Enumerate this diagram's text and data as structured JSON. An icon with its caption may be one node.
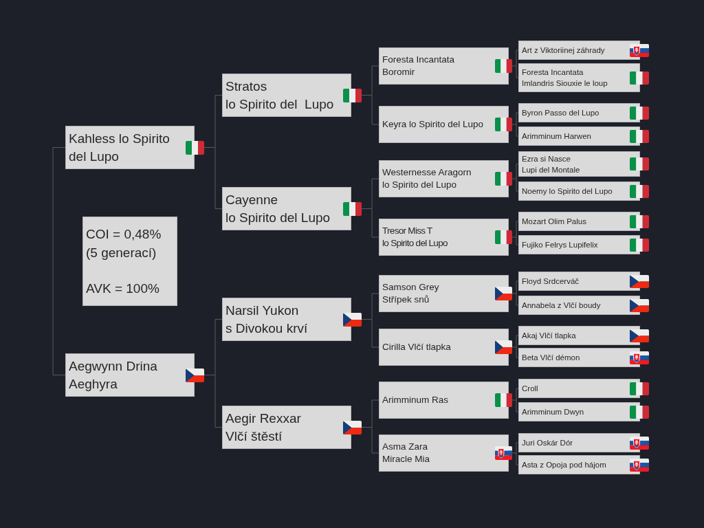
{
  "diagram": {
    "nodes": [
      {
        "text": [
          "Kahless lo Spirito del Lupo"
        ]
      },
      {
        "text": [
          "COI = 0,48% (5 generací)",
          "AVK = 100%"
        ]
      },
      {
        "text": [
          "Aegwynn Drina Aeghyra"
        ]
      },
      {
        "text": [
          "Stratos lo Spirito del  Lupo"
        ]
      },
      {
        "text": [
          "Cayenne lo Spirito del Lupo"
        ]
      },
      {
        "text": [
          "Narsil Yukon s Divokou krví"
        ]
      },
      {
        "text": [
          "Aegir Rexxar Vlčí štěstí"
        ]
      },
      {
        "text": [
          "Foresta Incantata Boromir"
        ]
      },
      {
        "text": [
          "Keyra lo Spirito del Lupo"
        ]
      },
      {
        "text": [
          "Westernesse Aragorn lo Spirito del Lupo"
        ]
      },
      {
        "text": [
          "Tresor Miss T lo Spirito del Lupo"
        ]
      },
      {
        "text": [
          "Samson Grey Střípek snů"
        ]
      },
      {
        "text": [
          "Cirilla Vlčí tlapka"
        ]
      },
      {
        "text": [
          "Arimminum Ras"
        ]
      },
      {
        "text": [
          "Asma Zara Miracle Mia"
        ]
      },
      {
        "text": [
          "Art z Viktoriinej záhrady"
        ]
      },
      {
        "text": [
          "Foresta Incantata Imlandris Siouxie le loup"
        ]
      },
      {
        "text": [
          "Byron Passo del Lupo"
        ]
      },
      {
        "text": [
          "Arimminum Harwen"
        ]
      },
      {
        "text": [
          "Ezra si Nasce Lupi del Montale"
        ]
      },
      {
        "text": [
          "Noemy lo Spirito del Lupo"
        ]
      },
      {
        "text": [
          "Mozart Olim Palus"
        ]
      },
      {
        "text": [
          "Fujiko Felrys Lupifelix"
        ]
      },
      {
        "text": [
          "Floyd Srdcerváč"
        ]
      },
      {
        "text": [
          "Annabela z Vlčí boudy"
        ]
      },
      {
        "text": [
          "Akaj Vlčí tlapka"
        ]
      },
      {
        "text": [
          "Beta Vlčí démon"
        ]
      },
      {
        "text": [
          "Croll"
        ]
      },
      {
        "text": [
          "Arimminum Dwyn"
        ]
      },
      {
        "text": [
          "Juri Oskár Dór"
        ]
      },
      {
        "text": [
          "Asta z Opoja pod hájom"
        ]
      }
    ],
    "edges": [
      {
        "from": 0,
        "to": 2,
        "arrow": "none"
      },
      {
        "from": 0,
        "to": 3,
        "arrow": "none"
      },
      {
        "from": 0,
        "to": 4,
        "arrow": "none"
      },
      {
        "from": 2,
        "to": 5,
        "arrow": "none"
      },
      {
        "from": 2,
        "to": 6,
        "arrow": "none"
      },
      {
        "from": 3,
        "to": 7,
        "arrow": "none"
      },
      {
        "from": 3,
        "to": 8,
        "arrow": "none"
      },
      {
        "from": 4,
        "to": 9,
        "arrow": "none"
      },
      {
        "from": 4,
        "to": 10,
        "arrow": "none"
      },
      {
        "from": 5,
        "to": 11,
        "arrow": "none"
      },
      {
        "from": 5,
        "to": 12,
        "arrow": "none"
      },
      {
        "from": 6,
        "to": 13,
        "arrow": "none"
      },
      {
        "from": 6,
        "to": 14,
        "arrow": "none"
      },
      {
        "from": 7,
        "to": 15,
        "arrow": "none"
      },
      {
        "from": 7,
        "to": 16,
        "arrow": "none"
      },
      {
        "from": 8,
        "to": 17,
        "arrow": "none"
      },
      {
        "from": 8,
        "to": 18,
        "arrow": "none"
      },
      {
        "from": 9,
        "to": 19,
        "arrow": "none"
      },
      {
        "from": 9,
        "to": 20,
        "arrow": "none"
      },
      {
        "from": 10,
        "to": 21,
        "arrow": "none"
      },
      {
        "from": 10,
        "to": 22,
        "arrow": "none"
      },
      {
        "from": 11,
        "to": 23,
        "arrow": "none"
      },
      {
        "from": 11,
        "to": 24,
        "arrow": "none"
      },
      {
        "from": 12,
        "to": 25,
        "arrow": "none"
      },
      {
        "from": 12,
        "to": 26,
        "arrow": "none"
      },
      {
        "from": 13,
        "to": 27,
        "arrow": "none"
      },
      {
        "from": 13,
        "to": 28,
        "arrow": "none"
      },
      {
        "from": 14,
        "to": 29,
        "arrow": "none"
      },
      {
        "from": 14,
        "to": 30,
        "arrow": "none"
      }
    ]
  }
}
